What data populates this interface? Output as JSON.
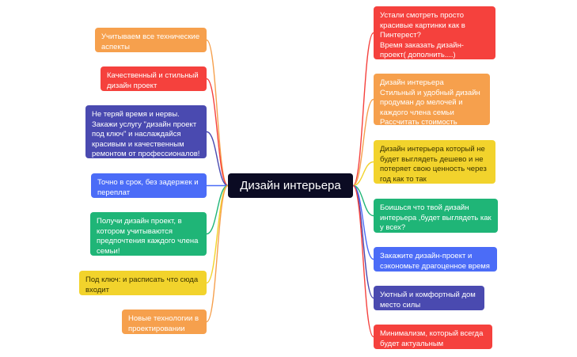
{
  "central_topic": "Дизайн интерьера",
  "colors": {
    "orange": "#f6a04d",
    "red": "#f5413d",
    "indigo": "#4a4ab0",
    "blue": "#4b6cf7",
    "green": "#1fb577",
    "yellow": "#f2d32c",
    "center": "#0b0b23"
  },
  "left_branches": [
    {
      "text": "Учитываем все технические аспекты",
      "color": "orange"
    },
    {
      "text": "Качественный и стильный дизайн проект",
      "color": "red"
    },
    {
      "text": "Не теряй время и нервы. Закажи услугу \"дизайн проект под ключ\" и наслаждайся красивым и качественным ремонтом от профессионалов!",
      "color": "indigo"
    },
    {
      "text": "Точно в срок, без задержек и переплат",
      "color": "blue"
    },
    {
      "text": "Получи дизайн проект, в котором учитываются предпочтения каждого члена семьи!",
      "color": "green"
    },
    {
      "text": "Под ключ: и расписать что сюда входит",
      "color": "yellow"
    },
    {
      "text": "Новые технологии в проектировании",
      "color": "orange"
    }
  ],
  "right_branches": [
    {
      "text": "Устали смотреть просто красивые картинки как в Пинтерест?\nВремя заказать дизайн-проект( дополнить....)",
      "color": "red"
    },
    {
      "text": "Дизайн интерьера\nСтильный и удобный  дизайн продуман до мелочей и каждого члена семьи\nРассчитать стоимость",
      "color": "orange"
    },
    {
      "text": "Дизайн интерьера который не будет выглядеть дешево и не потеряет свою ценность через год как то так",
      "color": "yellow"
    },
    {
      "text": "Боишься что твой  дизайн интерьера ,будет выглядеть как у всех?",
      "color": "green"
    },
    {
      "text": "Закажите дизайн-проект и сэкономьте драгоценное время",
      "color": "blue"
    },
    {
      "text": "Уютный и комфортный дом место силы",
      "color": "indigo"
    },
    {
      "text": "Минимализм, который всегда будет актуальным",
      "color": "red"
    }
  ]
}
